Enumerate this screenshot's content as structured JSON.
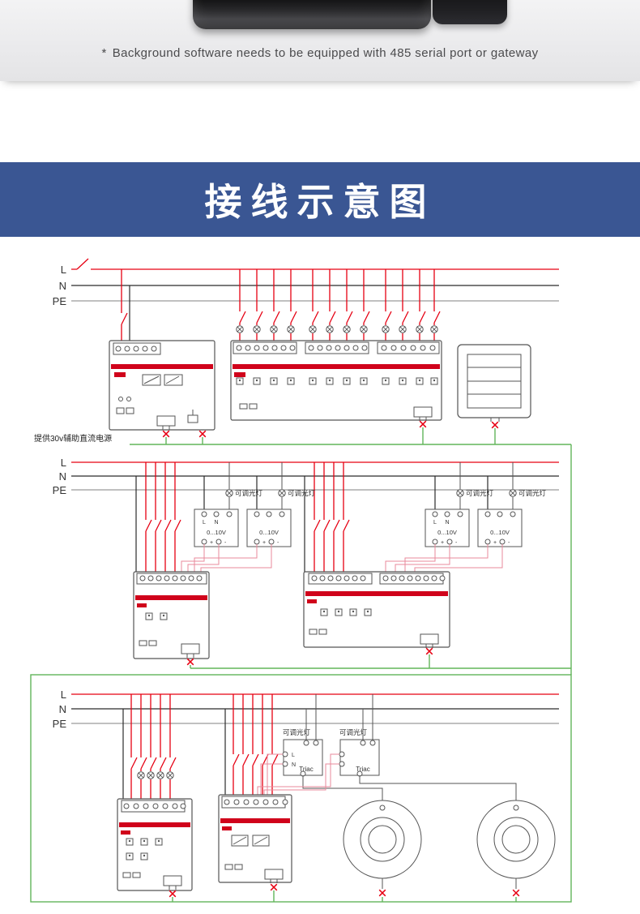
{
  "header": {
    "note_mark": "*",
    "note": "Background software needs to be equipped with 485 serial port or gateway"
  },
  "banner": {
    "title": "接线示意图"
  },
  "diagram": {
    "phase_labels": {
      "l": "L",
      "n": "N",
      "pe": "PE"
    },
    "annotations": {
      "aux_power": "提供30v辅助直流电源",
      "dimmable_lamp": "可调光灯",
      "dim_signal": "0...10V",
      "triac": "Triac",
      "terminal_l": "L",
      "terminal_n": "N",
      "plus": "+",
      "minus": "-"
    },
    "colors": {
      "live": "#e60012",
      "neutral": "#2b2b2b",
      "earth": "#9a9a9a",
      "bus_green": "#62b55a",
      "module_stripe": "#d0021b",
      "banner_blue": "#3a5693"
    }
  }
}
